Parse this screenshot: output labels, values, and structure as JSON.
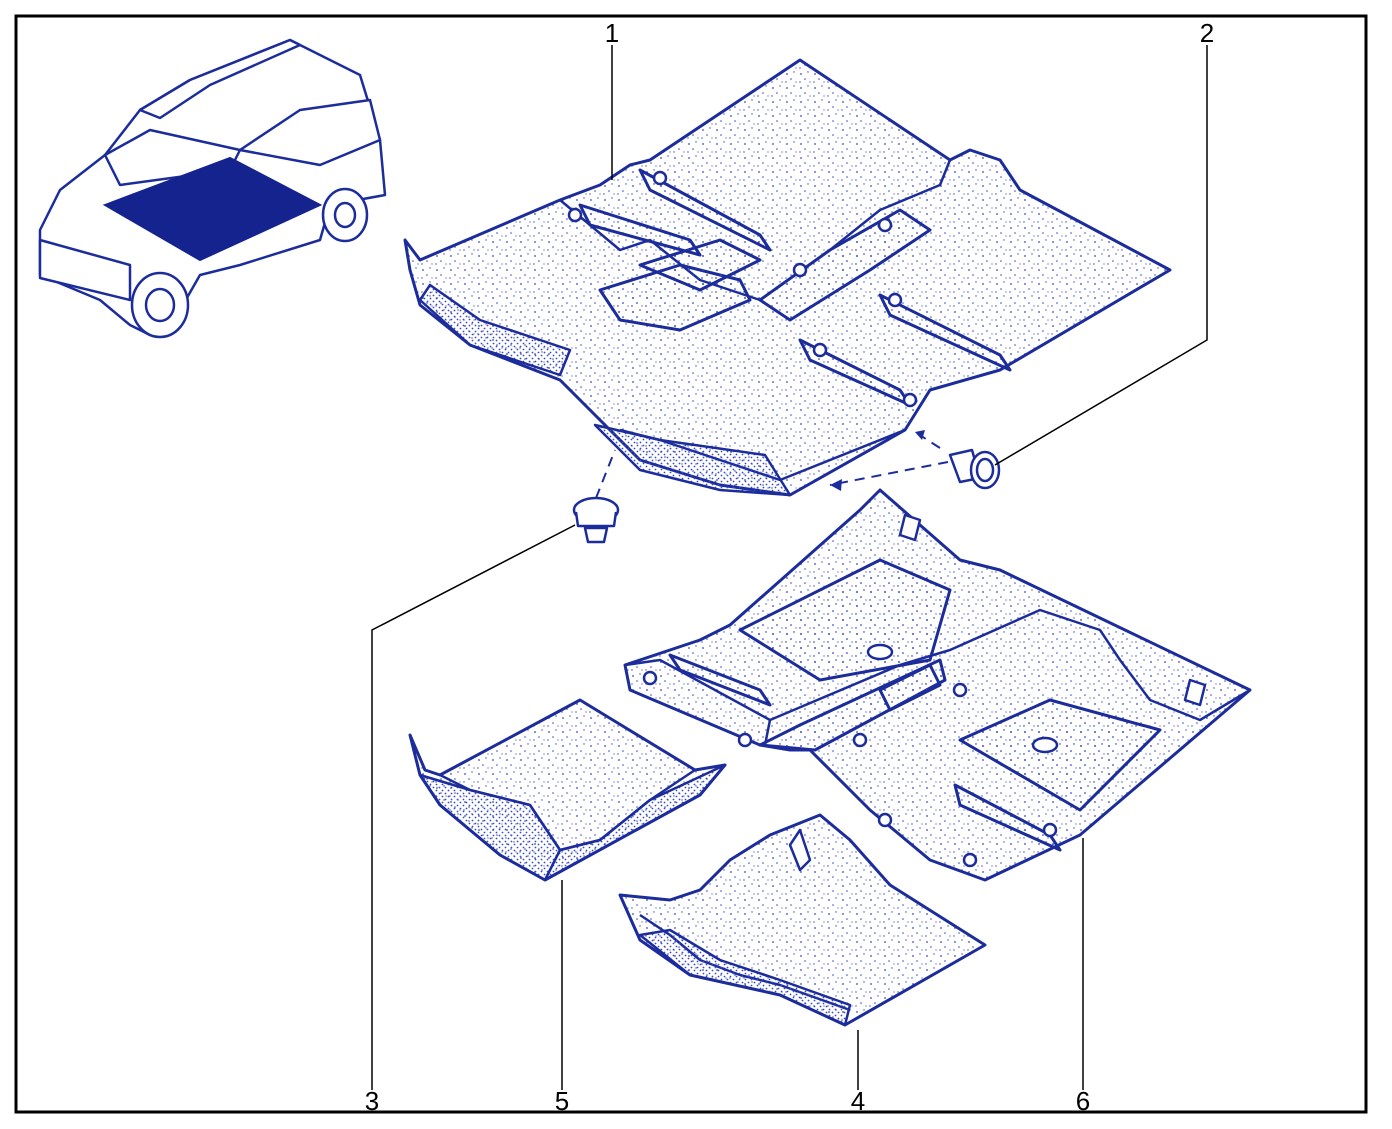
{
  "colors": {
    "line": "#1c2d9b",
    "fill": "#ffffff",
    "dots": "#3a4bc8",
    "highlight": "#15238f",
    "frame": "#000000",
    "leader": "#000000"
  },
  "callouts": {
    "c1": "1",
    "c2": "2",
    "c3": "3",
    "c4": "4",
    "c5": "5",
    "c6": "6"
  },
  "parts": [
    {
      "id": "1",
      "icon": "front-floor-carpet"
    },
    {
      "id": "2",
      "icon": "carpet-fastener-clip"
    },
    {
      "id": "3",
      "icon": "carpet-retaining-button"
    },
    {
      "id": "4",
      "icon": "front-footwell-mat"
    },
    {
      "id": "5",
      "icon": "rear-footwell-mat"
    },
    {
      "id": "6",
      "icon": "rear-floor-carpet"
    }
  ]
}
